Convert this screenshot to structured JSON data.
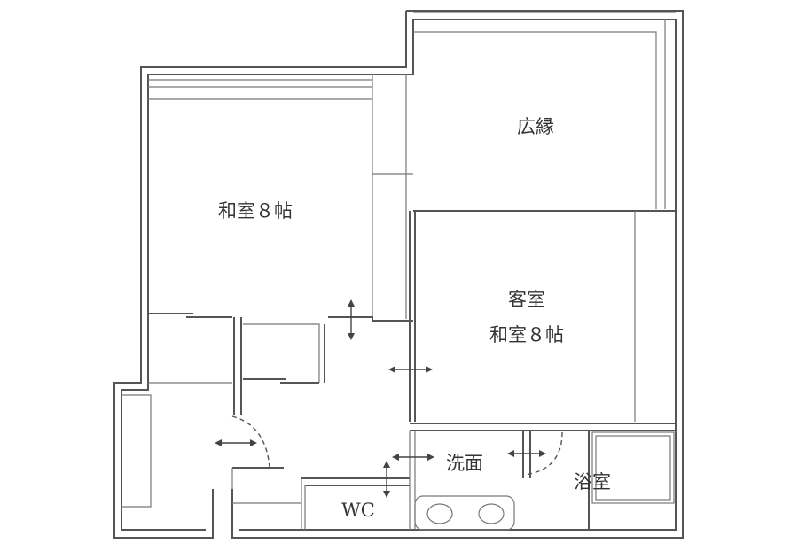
{
  "rooms": {
    "hiroen": "広縁",
    "washitsu_1": "和室８帖",
    "kyakushitsu_line1": "客室",
    "kyakushitsu_line2": "和室８帖",
    "senmen": "洗面",
    "yokushitsu": "浴室",
    "wc": "WC"
  },
  "colors": {
    "wall": "#555555",
    "inner_line": "#777777",
    "text": "#333333",
    "background": "#ffffff"
  },
  "icons": [
    "double-arrow-icon",
    "door-swing-icon",
    "sink-icon",
    "bathtub-icon"
  ]
}
